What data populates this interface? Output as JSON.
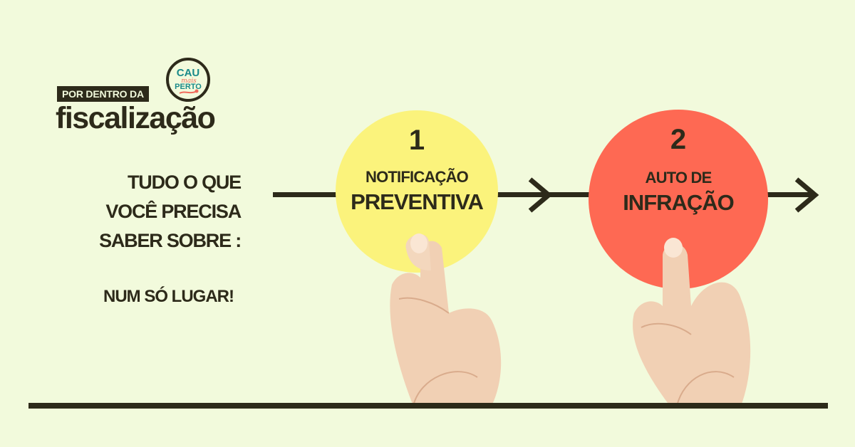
{
  "header": {
    "kicker": "POR DENTRO DA",
    "headline": "fiscalização"
  },
  "logo": {
    "line1": "CAU",
    "line2": "mais",
    "line3": "PERTO"
  },
  "copy": {
    "line1": "TUDO O QUE",
    "line2": "VOCÊ PRECISA",
    "line3": "SABER SOBRE :",
    "tagline": "NUM SÓ LUGAR!"
  },
  "steps": [
    {
      "number": "1",
      "label_small": "NOTIFICAÇÃO",
      "label_big": "PREVENTIVA",
      "color": "#fbf37c"
    },
    {
      "number": "2",
      "label_small": "AUTO DE",
      "label_big": "INFRAÇÃO",
      "color": "#fe6953"
    }
  ],
  "colors": {
    "background": "#f2fadc",
    "ink": "#2d2a1a",
    "logo_teal": "#1a8a8a",
    "logo_coral": "#f06a5a"
  }
}
